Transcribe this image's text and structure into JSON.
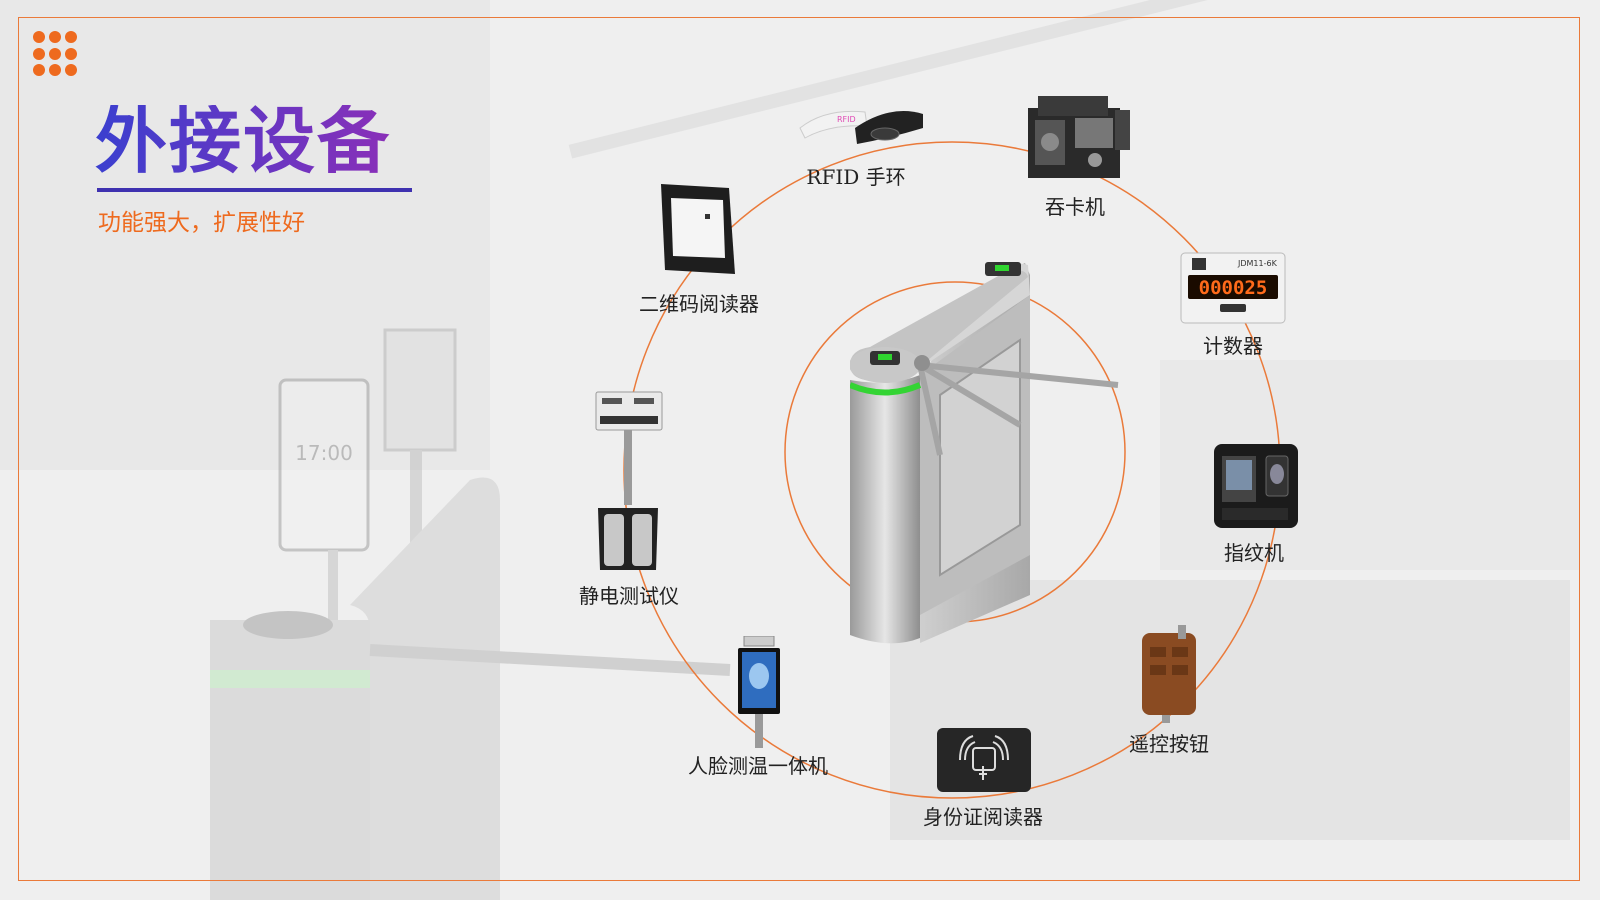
{
  "page": {
    "title": "外接设备",
    "subtitle": "功能强大，扩展性好"
  },
  "center_device": {
    "name": "turnstile-gate-image"
  },
  "peripherals": [
    {
      "label": "RFID 手环",
      "icon": "rfid-wristband"
    },
    {
      "label": "吞卡机",
      "icon": "card-collector"
    },
    {
      "label": "计数器",
      "icon": "counter"
    },
    {
      "label": "指纹机",
      "icon": "fingerprint-reader"
    },
    {
      "label": "遥控按钮",
      "icon": "remote-control"
    },
    {
      "label": "身份证阅读器",
      "icon": "id-card-reader"
    },
    {
      "label": "人脸测温一体机",
      "icon": "face-temperature-terminal"
    },
    {
      "label": "静电测试仪",
      "icon": "esd-tester"
    },
    {
      "label": "二维码阅读器",
      "icon": "qr-code-reader"
    }
  ],
  "counter_display": "000025",
  "counter_model": "JDM11-6K",
  "colors": {
    "accent": "#ee6a1e",
    "title": "#4a35b8",
    "ring": "#ea7a3a",
    "gate_light": "#3ad13a"
  }
}
